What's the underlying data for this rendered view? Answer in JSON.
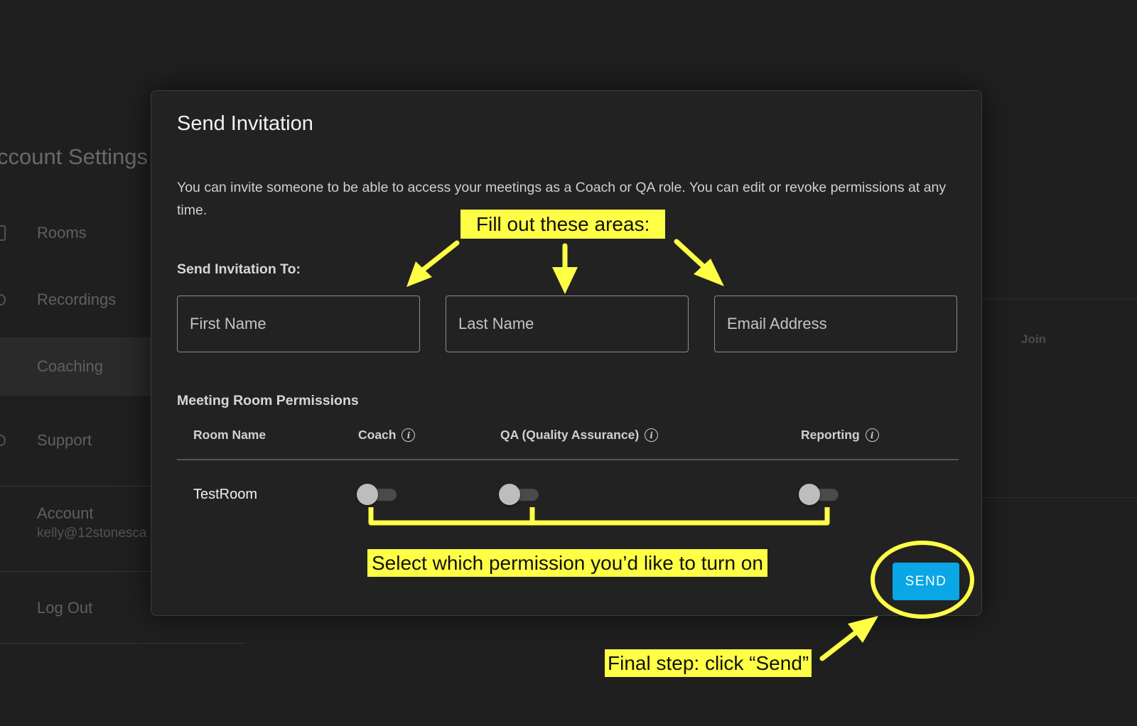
{
  "background": {
    "page_title": "ccount Settings",
    "sidebar": [
      {
        "label": "Rooms"
      },
      {
        "label": "Recordings"
      },
      {
        "label": "Coaching"
      },
      {
        "label": "Support"
      }
    ],
    "account_label": "Account",
    "account_email": "kelly@12stonesca",
    "logout_label": "Log Out",
    "join_label": "Join"
  },
  "modal": {
    "title": "Send Invitation",
    "description": "You can invite someone to be able to access your meetings as a Coach or QA role. You can edit or revoke permissions at any time.",
    "invite_section": "Send Invitation To:",
    "first_name_placeholder": "First Name",
    "last_name_placeholder": "Last Name",
    "email_placeholder": "Email Address",
    "permissions_section": "Meeting Room Permissions",
    "columns": {
      "room_name": "Room Name",
      "coach": "Coach",
      "qa": "QA (Quality Assurance)",
      "reporting": "Reporting"
    },
    "rows": [
      {
        "room": "TestRoom",
        "coach": false,
        "qa": false,
        "reporting": false
      }
    ],
    "send_label": "SEND"
  },
  "annotations": {
    "fill_out": "Fill out these areas:",
    "select_permission": "Select which permission you’d like to turn on",
    "final_step": "Final step: click “Send”"
  },
  "colors": {
    "accent_button": "#0aa6e6",
    "annotation_yellow": "#ffff46"
  }
}
